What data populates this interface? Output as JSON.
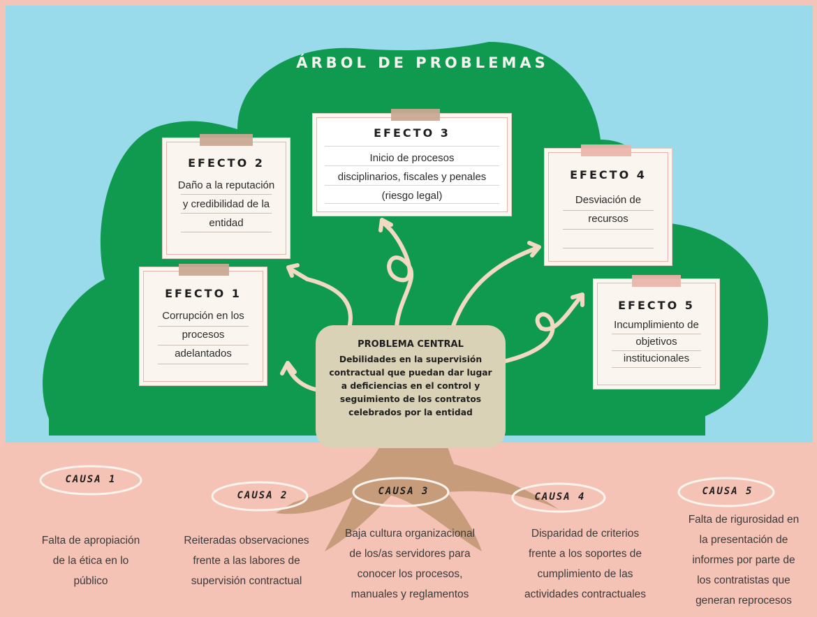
{
  "title": "ÁRBOL DE PROBLEMAS",
  "effects": [
    {
      "label": "EFECTO 1",
      "text": [
        "Corrupción en los",
        "procesos",
        "adelantados"
      ]
    },
    {
      "label": "EFECTO 2",
      "text": [
        "Daño a la reputación",
        "y credibilidad de la",
        "entidad"
      ]
    },
    {
      "label": "EFECTO 3",
      "text": [
        "Inicio de procesos",
        "disciplinarios, fiscales y penales",
        "(riesgo legal)"
      ]
    },
    {
      "label": "EFECTO 4",
      "text": [
        "Desviación de",
        "recursos"
      ]
    },
    {
      "label": "EFECTO 5",
      "text": [
        "Incumplimiento de",
        "objetivos",
        "institucionales"
      ]
    }
  ],
  "central": {
    "title": "PROBLEMA CENTRAL",
    "text": "Debilidades en la supervisión contractual que puedan dar lugar a deficiencias en el control y seguimiento de los contratos celebrados por la entidad"
  },
  "causes": [
    {
      "label": "CAUSA 1",
      "text": [
        "Falta de apropiación",
        "de la ética en lo",
        "público"
      ]
    },
    {
      "label": "CAUSA 2",
      "text": [
        "Reiteradas observaciones",
        "frente a las labores de",
        "supervisión contractual"
      ]
    },
    {
      "label": "CAUSA 3",
      "text": [
        "Baja cultura organizacional",
        "de los/as servidores para",
        "conocer los procesos,",
        "manuales y reglamentos"
      ]
    },
    {
      "label": "CAUSA 4",
      "text": [
        "Disparidad de criterios",
        "frente a los soportes de",
        "cumplimiento de las",
        "actividades contractuales"
      ]
    },
    {
      "label": "CAUSA 5",
      "text": [
        "Falta de rigurosidad en",
        "la presentación de",
        "informes por parte de",
        "los contratistas que",
        "generan reprocesos"
      ]
    }
  ],
  "colors": {
    "sky": "#99dbea",
    "canopy": "#0f9a4f",
    "ground": "#f4c3b6",
    "trunk": "#c79c7a",
    "central_box": "#d9d2b6",
    "arrows": "#f1d9c4"
  }
}
